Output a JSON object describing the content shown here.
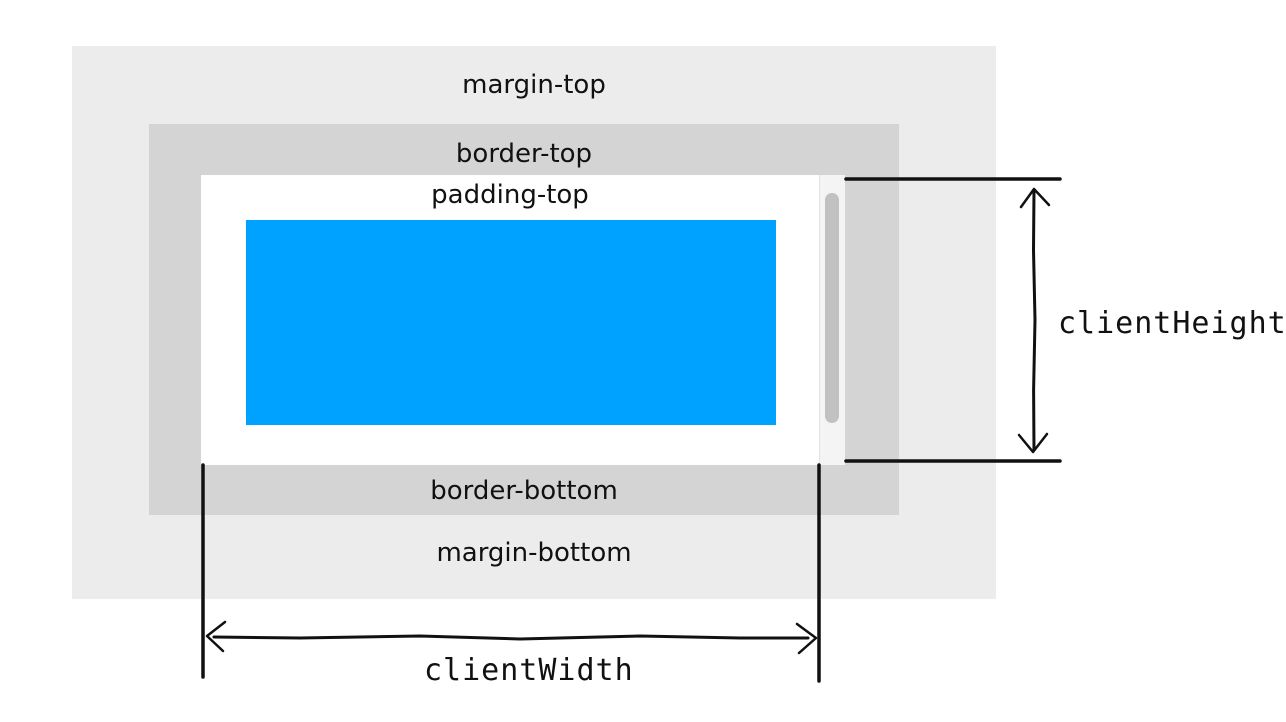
{
  "diagram": {
    "regions": {
      "margin_top": "margin-top",
      "border_top": "border-top",
      "padding_top": "padding-top",
      "border_bottom": "border-bottom",
      "margin_bottom": "margin-bottom"
    },
    "measurements": {
      "client_height": "clientHeight",
      "client_width": "clientWidth"
    },
    "colors": {
      "margin": "#ececec",
      "border": "#d4d4d4",
      "padding": "#ffffff",
      "content": "#00a2ff",
      "scrollbar_thumb": "#c1c1c1",
      "lines": "#111111"
    }
  }
}
